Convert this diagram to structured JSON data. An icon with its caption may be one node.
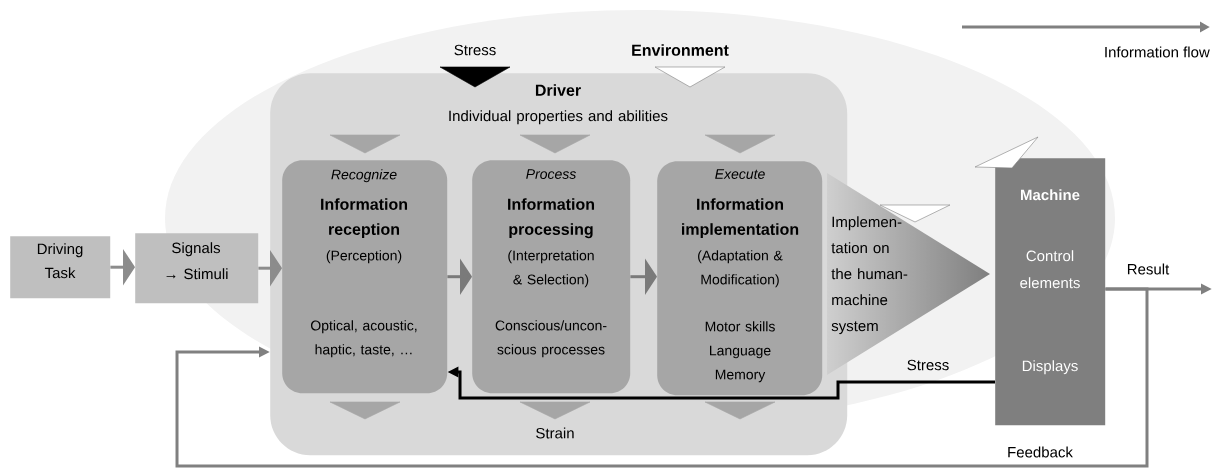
{
  "diagram": {
    "nodes": [
      {
        "text": [
          "Driving Task"
        ]
      },
      {
        "text": [
          "Signals → Stimuli"
        ]
      },
      {
        "text": [
          "Driver",
          "Individual properties and abilities"
        ]
      },
      {
        "text": [
          "Recognize",
          "Information reception",
          "(Perception)",
          "Optical, acoustic, haptic, taste, …"
        ],
        "in": 2
      },
      {
        "text": [
          "Process",
          "Information processing",
          "(Interpretation & Selection)",
          "Conscious/uncon- scious processes"
        ],
        "in": 2
      },
      {
        "text": [
          "Execute",
          "Information implementation",
          "(Adaptation & Modification)",
          "Motor skills Language Memory"
        ],
        "in": 2
      },
      {
        "text": [
          "Implemen- tation on the human- machine system"
        ]
      },
      {
        "text": [
          "Machine",
          "Control elements",
          "Displays"
        ]
      }
    ],
    "edges": [
      {
        "from": 0,
        "to": 1,
        "arrow": "to"
      },
      {
        "from": 1,
        "to": 3,
        "arrow": "to"
      },
      {
        "from": 3,
        "to": 4,
        "arrow": "to"
      },
      {
        "from": 4,
        "to": 5,
        "arrow": "to"
      },
      {
        "from": 7,
        "to": 3,
        "arrow": "to",
        "label": "Stress",
        "color": "#000000"
      },
      {
        "from": 7,
        "to": null,
        "arrow": "to",
        "label": "Result"
      },
      {
        "from": 7,
        "to": 2,
        "arrow": "to",
        "label": "Feedback"
      }
    ],
    "labels": [
      "Stress",
      "Environment",
      "Strain"
    ],
    "legend": [
      {
        "text": "Information flow"
      }
    ]
  }
}
